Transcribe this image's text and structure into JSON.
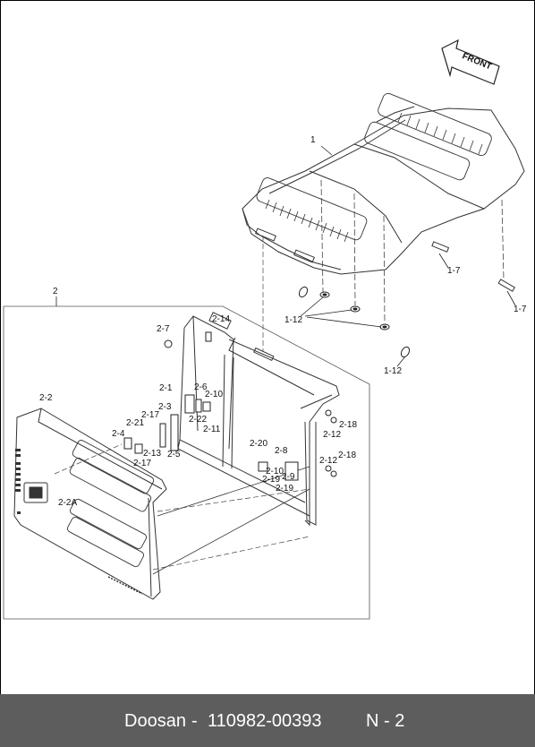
{
  "diagram": {
    "front_arrow_text": "FRONT",
    "labels": [
      "1",
      "1-7",
      "1-7",
      "1-12",
      "1-12",
      "2",
      "2-7",
      "2-14",
      "2-1",
      "2-6",
      "2-10",
      "2-22",
      "2-11",
      "2-3",
      "2-17",
      "2-21",
      "2-5",
      "2-4",
      "2-13",
      "2-17",
      "2-2",
      "2-2A",
      "2-18",
      "2-12",
      "2-20",
      "2-8",
      "2-10",
      "2-9",
      "2-19",
      "2-19",
      "2-12",
      "2-18"
    ]
  },
  "footer": {
    "brand": "Doosan",
    "separator": "-",
    "part_number": "110982-00393",
    "page_code": "N - 2"
  }
}
